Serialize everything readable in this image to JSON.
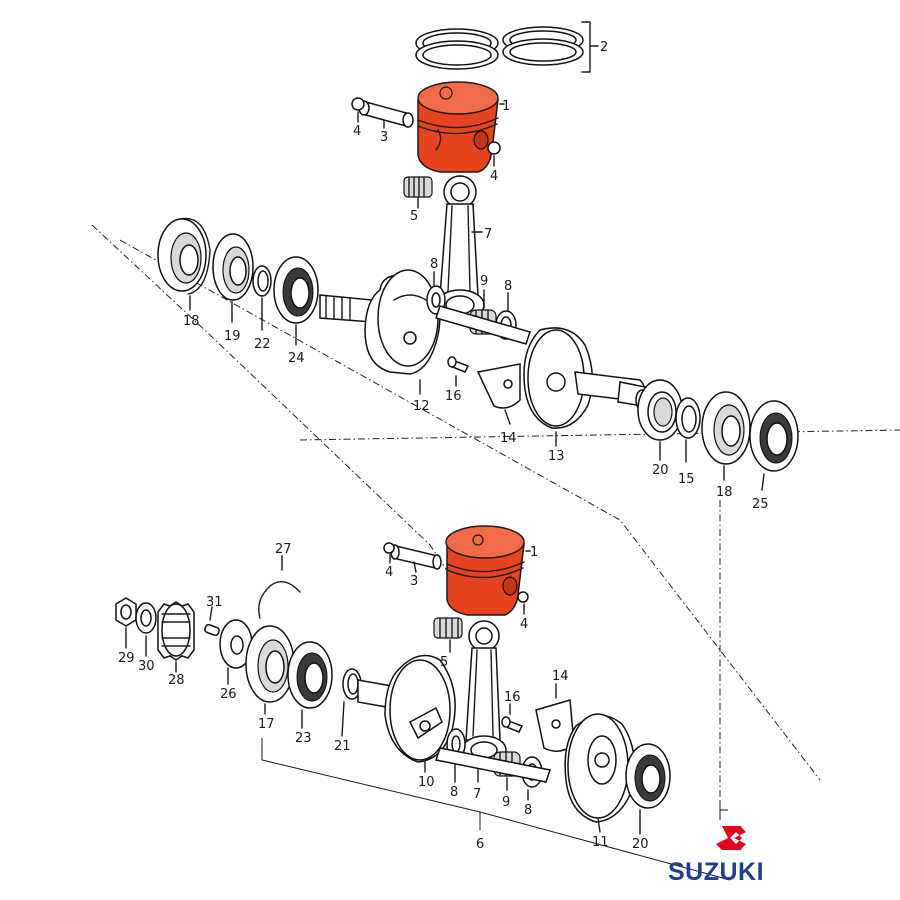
{
  "brand": {
    "name": "SUZUKI",
    "logo_icon": "suzuki-s-logo-icon",
    "logo_color": "#e2001a",
    "text_color": "#1f3e8f"
  },
  "highlight_color": "#e8431f",
  "upper_assembly": {
    "labels": {
      "piston": "1",
      "ring_set": "2",
      "pin": "3",
      "circlip_left": "4",
      "circlip_right": "4",
      "small_end_bearing": "5",
      "conrod": "7",
      "washer_left": "8",
      "washer_right": "8",
      "big_end_bearing": "9",
      "crank_left": "12",
      "crank_right": "13",
      "plate": "14",
      "screw": "16",
      "bearing_left": "18",
      "bearing_right": "18",
      "seal_19": "19",
      "shim_20": "20",
      "spacer_15": "15",
      "oring_22": "22",
      "seal_24": "24",
      "seal_25": "25"
    }
  },
  "lower_assembly": {
    "labels": {
      "piston": "1",
      "pin": "3",
      "circlip_left": "4",
      "circlip_right": "4",
      "small_end_bearing": "5",
      "crank_assy": "6",
      "conrod": "7",
      "washer_left": "8",
      "washer_right": "8",
      "big_end_bearing": "9",
      "crank_left": "10",
      "crank_right": "11",
      "plate": "14",
      "screw": "16",
      "bearing_17": "17",
      "shim_20": "20",
      "oring_21": "21",
      "seal_23": "23",
      "washer_26": "26",
      "clip_27": "27",
      "gear_28": "28",
      "nut_29": "29",
      "washer_30": "30",
      "key_31": "31"
    }
  }
}
